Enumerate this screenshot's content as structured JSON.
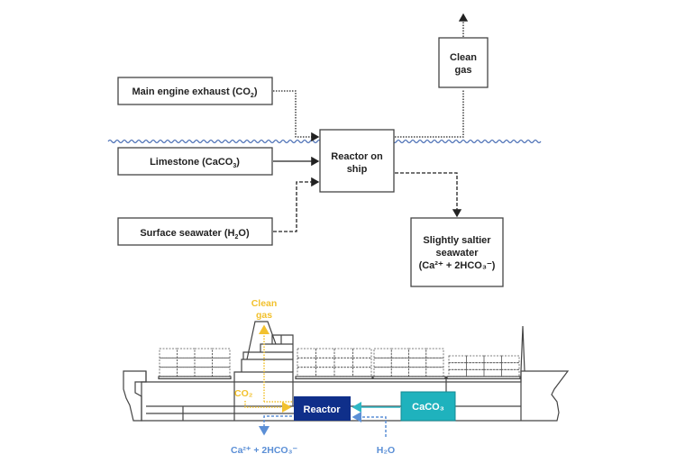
{
  "flow": {
    "inputs": {
      "exhaust": {
        "label": "Main engine exhaust (CO",
        "sub": "2",
        "end": ")"
      },
      "limestone": {
        "label": "Limestone (CaCO",
        "sub": "3",
        "end": ")"
      },
      "seawater": {
        "label": "Surface seawater (H",
        "sub": "2",
        "end": "O)"
      }
    },
    "reactor": {
      "line1": "Reactor on",
      "line2": "ship"
    },
    "clean_gas": {
      "line1": "Clean",
      "line2": "gas"
    },
    "output_water": {
      "line1": "Slightly saltier",
      "line2": "seawater",
      "line3": "(Ca²⁺ + 2HCO₃⁻)"
    }
  },
  "ship": {
    "clean_gas": {
      "line1": "Clean",
      "line2": "gas"
    },
    "co2": "CO₂",
    "reactor": "Reactor",
    "caco3": "CaCO₃",
    "out_label": "Ca²⁺ + 2HCO₃⁻",
    "h2o": "H₂O"
  },
  "colors": {
    "gas": "#f2c12e",
    "water": "#5b8fd6",
    "reactor": "#0f2f8a",
    "caco3": "#1fb2bd",
    "caco3_arrow": "#2fb7c4"
  }
}
